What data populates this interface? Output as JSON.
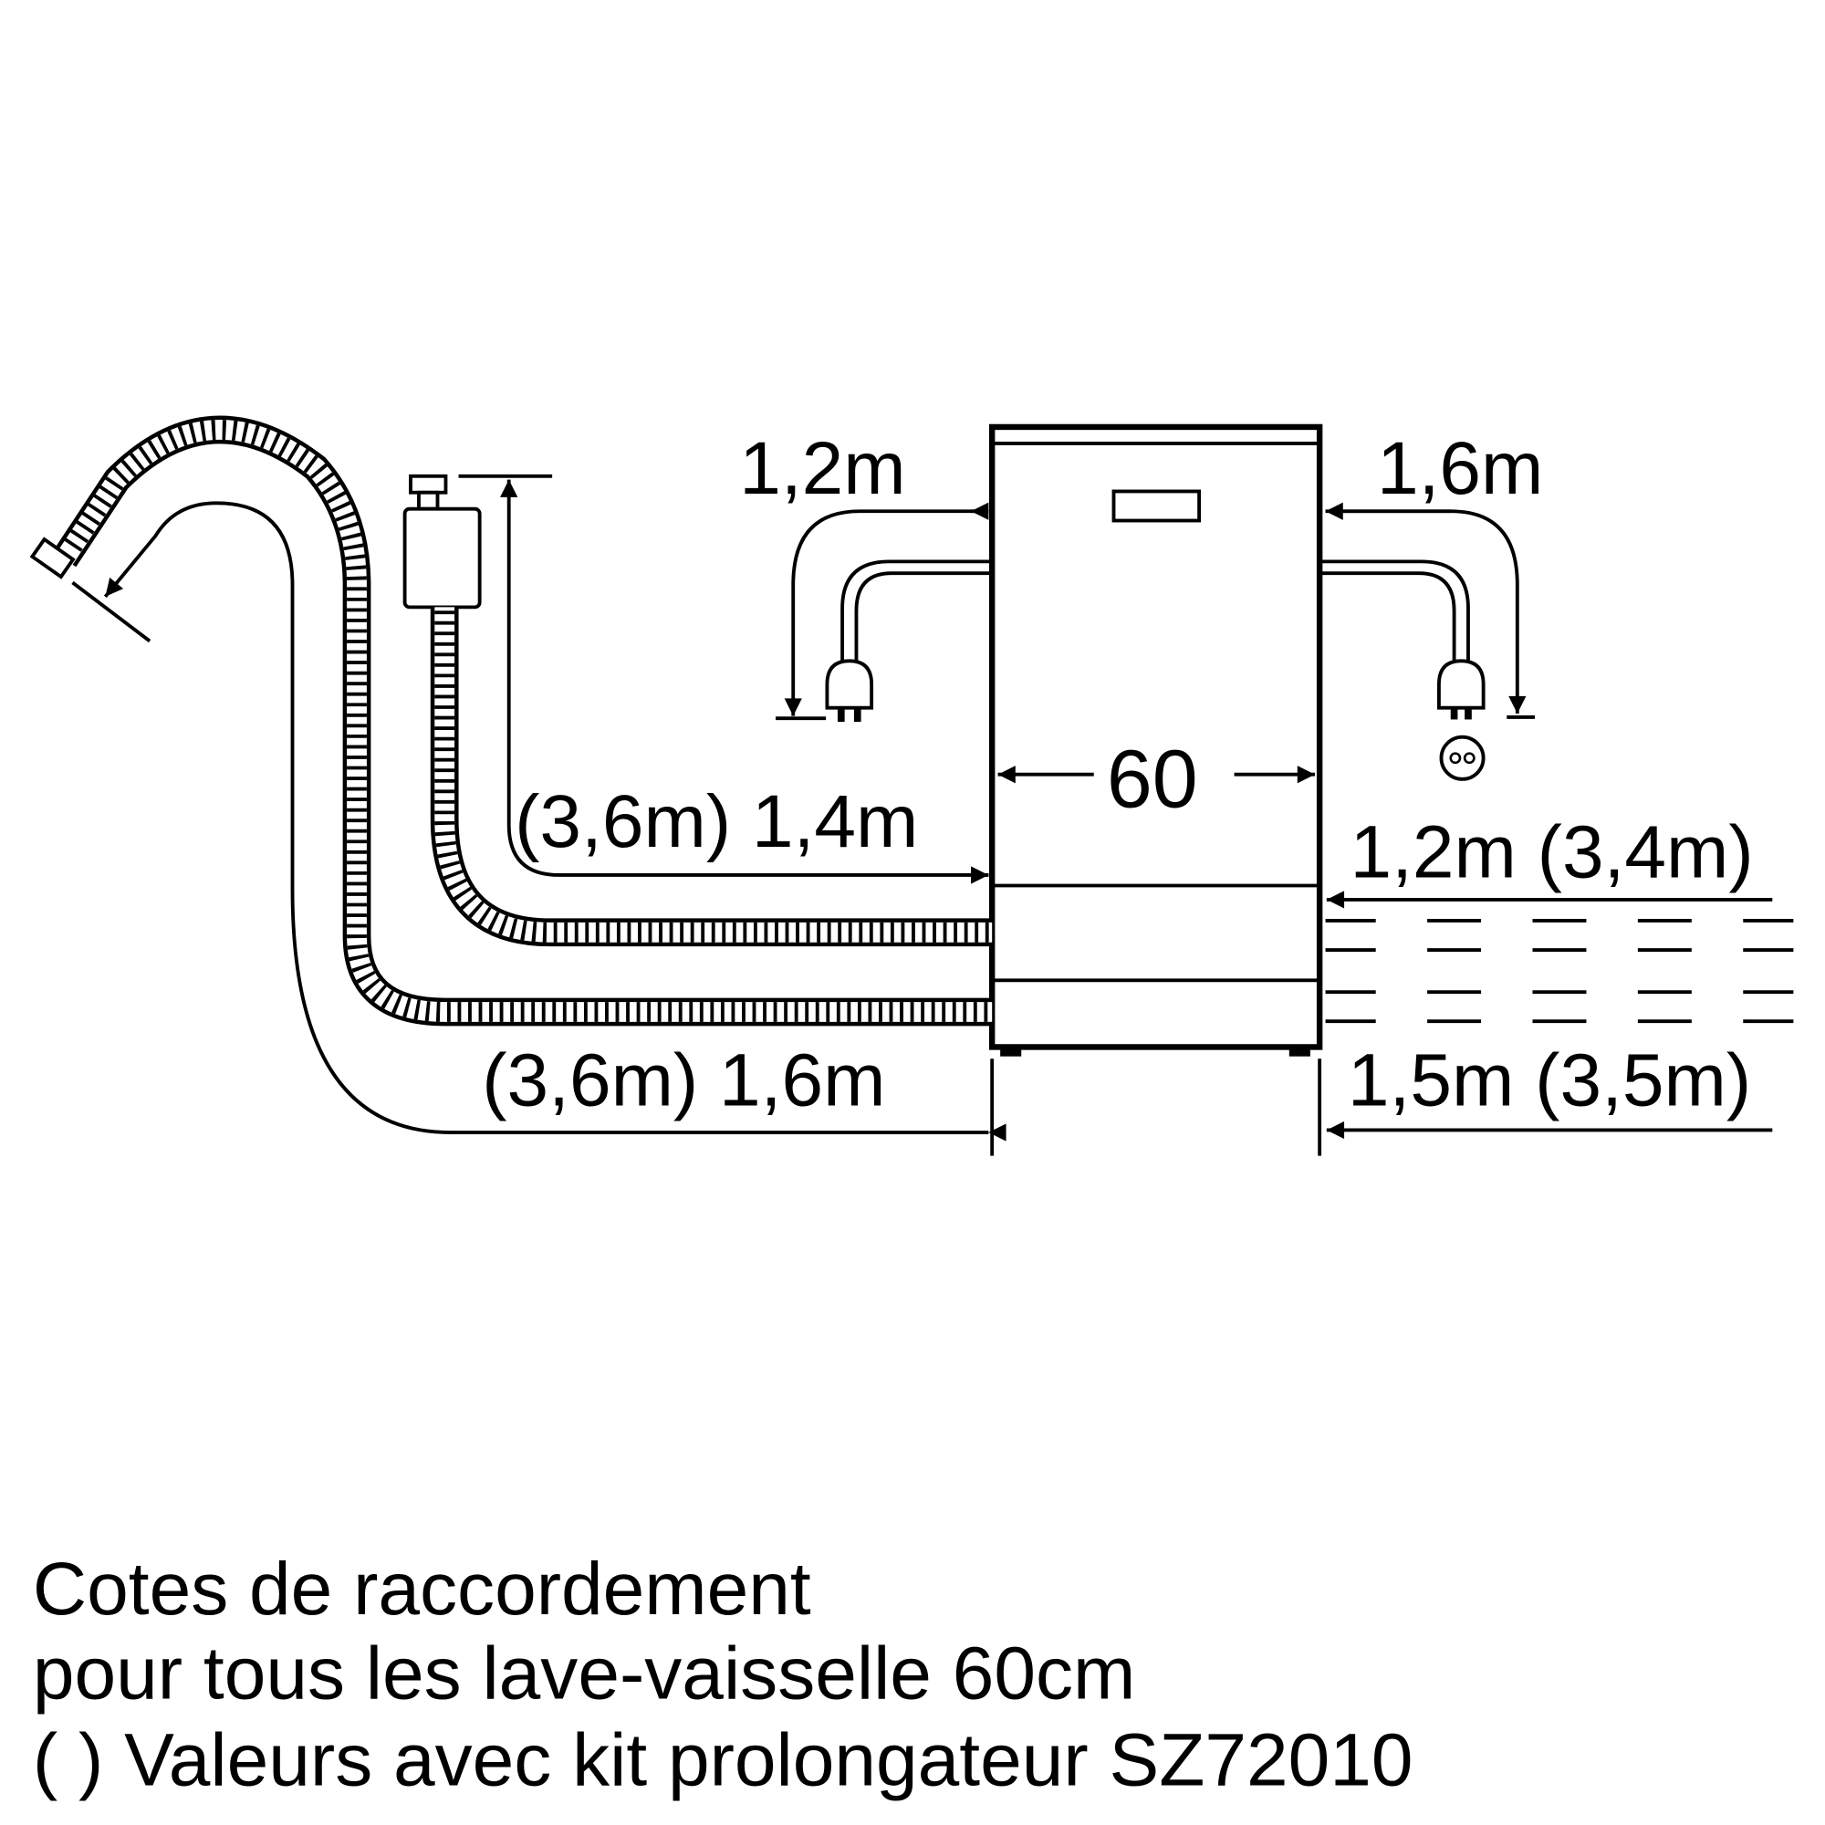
{
  "diagram": {
    "labels": {
      "left_power_cable": "1,2m",
      "right_power_cable": "1,6m",
      "inlet_hose": "(3,6m) 1,4m",
      "width": "60",
      "right_inlet": "1,2m (3,4m)",
      "drain_hose": "(3,6m) 1,6m",
      "right_drain": "1,5m (3,5m)"
    }
  },
  "caption": {
    "line1": "Cotes de raccordement",
    "line2": "pour tous les lave-vaisselle 60cm",
    "line3": "( ) Valeurs avec kit prolongateur SZ72010"
  },
  "colors": {
    "ink": "#000000",
    "background": "#ffffff"
  }
}
